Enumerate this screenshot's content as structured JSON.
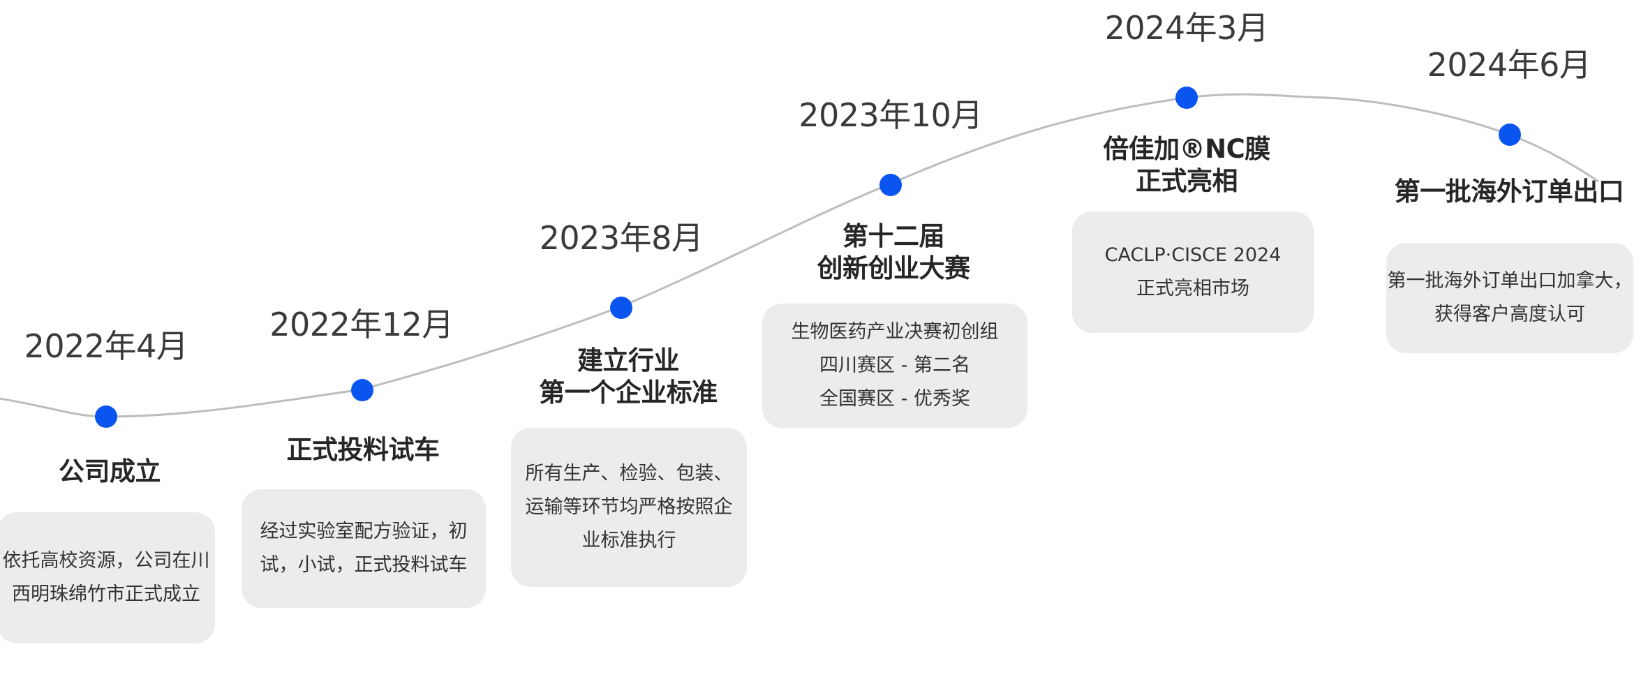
{
  "colors": {
    "line": "#bdbdbd",
    "dot": "#0a55f0",
    "card_bg": "#ececec",
    "date_text": "#3a3a3a",
    "title_text": "#262626"
  },
  "milestones": [
    {
      "date": "2022年4月",
      "title": "公司成立",
      "desc": "依托高校资源，公司在川\n西明珠绵竹市正式成立"
    },
    {
      "date": "2022年12月",
      "title": "正式投料试车",
      "desc": "经过实验室配方验证，初\n试，小试，正式投料试车"
    },
    {
      "date": "2023年8月",
      "title": "建立行业\n第一个企业标准",
      "desc": "所有生产、检验、包装、\n运输等环节均严格按照企\n业标准执行"
    },
    {
      "date": "2023年10月",
      "title": "第十二届\n创新创业大赛",
      "desc": "生物医药产业决赛初创组\n四川赛区 - 第二名\n全国赛区 - 优秀奖"
    },
    {
      "date": "2024年3月",
      "title": "倍佳加®NC膜\n正式亮相",
      "desc": "CACLP·CISCE 2024\n正式亮相市场"
    },
    {
      "date": "2024年6月",
      "title": "第一批海外订单出口",
      "desc": "第一批海外订单出口加拿大，\n获得客户高度认可"
    }
  ]
}
